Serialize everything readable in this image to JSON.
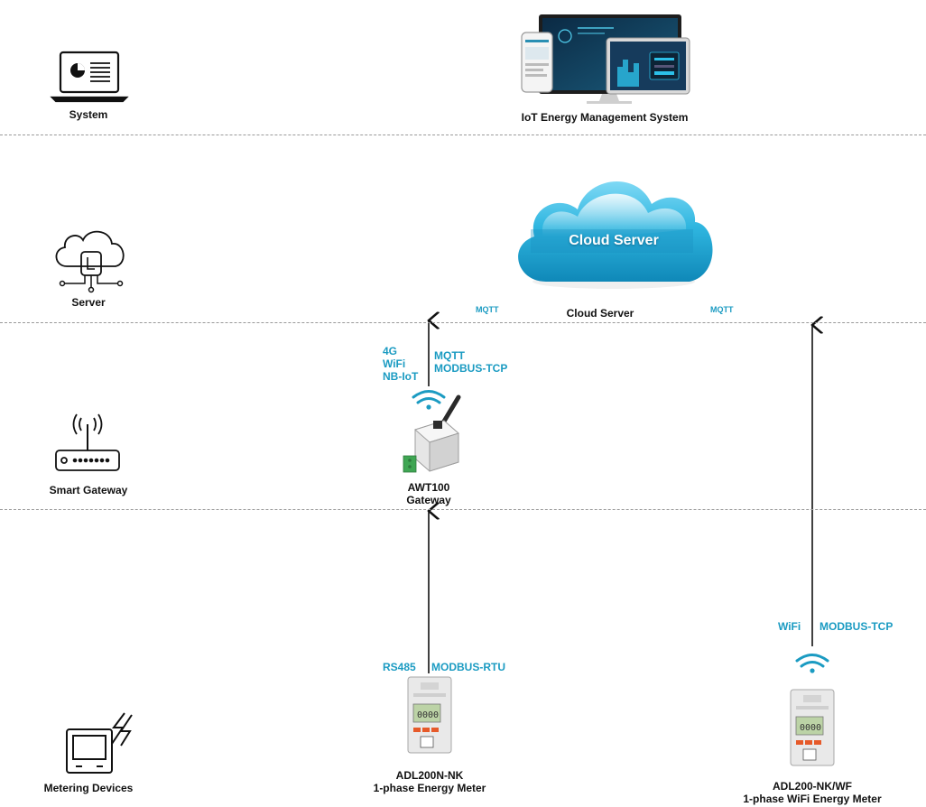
{
  "layers": {
    "system": "System",
    "server": "Server",
    "gateway": "Smart Gateway",
    "metering": "Metering Devices"
  },
  "system": {
    "label": "IoT Energy Management System"
  },
  "cloud": {
    "title": "Cloud Server",
    "label": "Cloud Server",
    "mqtt_left": "MQTT",
    "mqtt_right": "MQTT"
  },
  "gateway": {
    "networks": "4G\nWiFi\nNB-IoT",
    "protocols": "MQTT\nMODBUS-TCP",
    "name": "AWT100\nGateway"
  },
  "meter1": {
    "interface": "RS485",
    "protocol": "MODBUS-RTU",
    "name": "ADL200N-NK\n1-phase Energy Meter"
  },
  "meter2": {
    "interface": "WiFi",
    "protocol": "MODBUS-TCP",
    "name": "ADL200-NK/WF\n1-phase WiFi Energy Meter"
  },
  "colors": {
    "accent": "#1b9bc2",
    "cloud": "#2fb6e0",
    "text": "#111111",
    "divider": "#9a9a9a"
  },
  "icons": [
    "laptop-chart-icon",
    "cloud-network-icon",
    "router-icon",
    "meter-lightning-icon",
    "wifi-icon"
  ]
}
